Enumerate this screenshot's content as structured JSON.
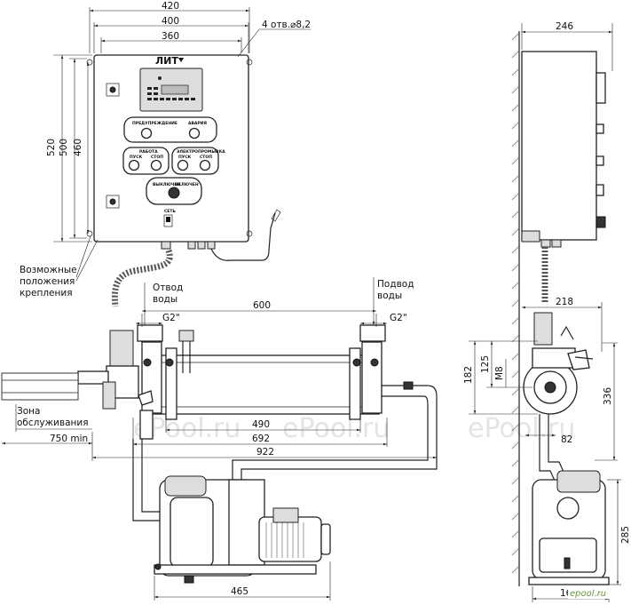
{
  "dims": {
    "w420": "420",
    "w400": "400",
    "w360": "360",
    "holes": "4 отв.⌀8,2",
    "h520": "520",
    "h500": "500",
    "h460": "460",
    "w246": "246",
    "w218": "218",
    "len600": "600",
    "g2_left": "G2\"",
    "g2_right": "G2\"",
    "len490": "490",
    "len692": "692",
    "len922": "922",
    "min750": "750 min",
    "len465": "465",
    "h182": "182",
    "h125": "125",
    "m8": "M8",
    "h336": "336",
    "w82": "82",
    "h285": "285",
    "w16": "16"
  },
  "labels": {
    "mount_1": "Возможные",
    "mount_2": "положения",
    "mount_3": "крепления",
    "outlet_1": "Отвод",
    "outlet_2": "воды",
    "inlet_1": "Подвод",
    "inlet_2": "воды",
    "zone_1": "Зона",
    "zone_2": "обслуживания"
  },
  "panel": {
    "brand": "ЛИТ",
    "pred": "ПРЕДУПРЕЖДЕНИЕ",
    "alarm": "АВАРИЯ",
    "work": "РАБОТА",
    "work_start": "ПУСК",
    "work_stop": "СТОП",
    "wash": "ЭЛЕКТРОПРОМЫВКА",
    "wash_start": "ПУСК",
    "wash_stop": "СТОП",
    "off": "ВЫКЛЮЧЕН",
    "on": "ВКЛЮЧЕН",
    "net": "СЕТЬ"
  },
  "watermarks": {
    "w1": "ePool.ru",
    "w2": "ePool.ru",
    "w3": "ePool.ru",
    "corner": "epool.ru"
  }
}
